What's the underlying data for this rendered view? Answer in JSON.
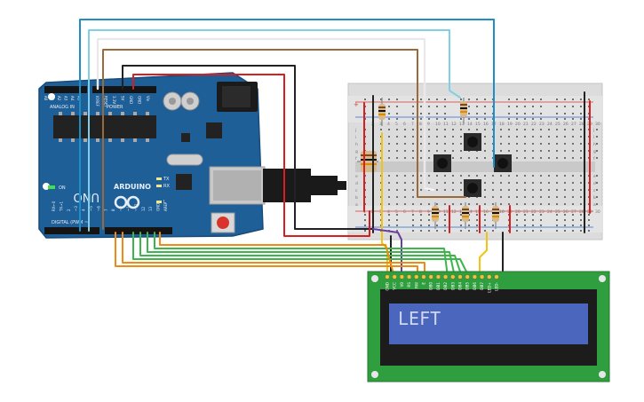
{
  "arduino": {
    "brand": "ARDUINO",
    "model": "UNO",
    "on_label": "ON",
    "tx_label": "TX",
    "rx_label": "RX",
    "l_label": "L",
    "power_label": "POWER",
    "analog_label": "ANALOG IN",
    "digital_label": "DIGITAL (PWM ~)",
    "power_pins": [
      "IOREF",
      "RESET",
      "3.3V",
      "5V",
      "GND",
      "GND",
      "Vin"
    ],
    "analog_pins": [
      "A0",
      "A1",
      "A2",
      "A3",
      "A4",
      "A5"
    ],
    "digital_pins": [
      "AREF",
      "GND",
      "13",
      "12",
      "~11",
      "~10",
      "~9",
      "8",
      "7",
      "~6",
      "~5",
      "4",
      "~3",
      "2",
      "TX→1",
      "RX←0"
    ]
  },
  "breadboard": {
    "columns": [
      "1",
      "2",
      "3",
      "4",
      "5",
      "6",
      "7",
      "8",
      "9",
      "10",
      "11",
      "12",
      "13",
      "14",
      "15",
      "16",
      "17",
      "18",
      "19",
      "20",
      "21",
      "22",
      "23",
      "24",
      "25",
      "26",
      "27",
      "28",
      "29",
      "30"
    ],
    "rows_top": [
      "j",
      "i",
      "h",
      "g",
      "f"
    ],
    "rows_bottom": [
      "e",
      "d",
      "c",
      "b",
      "a"
    ]
  },
  "lcd": {
    "display_text": "LEFT",
    "pin_labels": [
      "GND",
      "VCC",
      "V0",
      "RS",
      "RW",
      "E",
      "DB0",
      "DB1",
      "DB2",
      "DB3",
      "DB4",
      "DB5",
      "DB6",
      "DB7",
      "LED+",
      "LED-"
    ],
    "colors": {
      "pcb": "#2f9e3e",
      "bezel": "#1c1c1c",
      "screen": "#4b67bd"
    }
  },
  "colors": {
    "arduino_board": "#1f5f98",
    "breadboard": "#dcdcdc",
    "wire_red": "#d81f1f",
    "wire_black": "#222222",
    "wire_blue": "#1e8fc6",
    "wire_lightblue": "#7fd0e6",
    "wire_brown": "#9a6a3a",
    "wire_white": "#f4f4f4",
    "wire_orange": "#ef8a15",
    "wire_green": "#3cb54a",
    "wire_yellow": "#f1c40f",
    "wire_purple": "#6b3fa0"
  }
}
